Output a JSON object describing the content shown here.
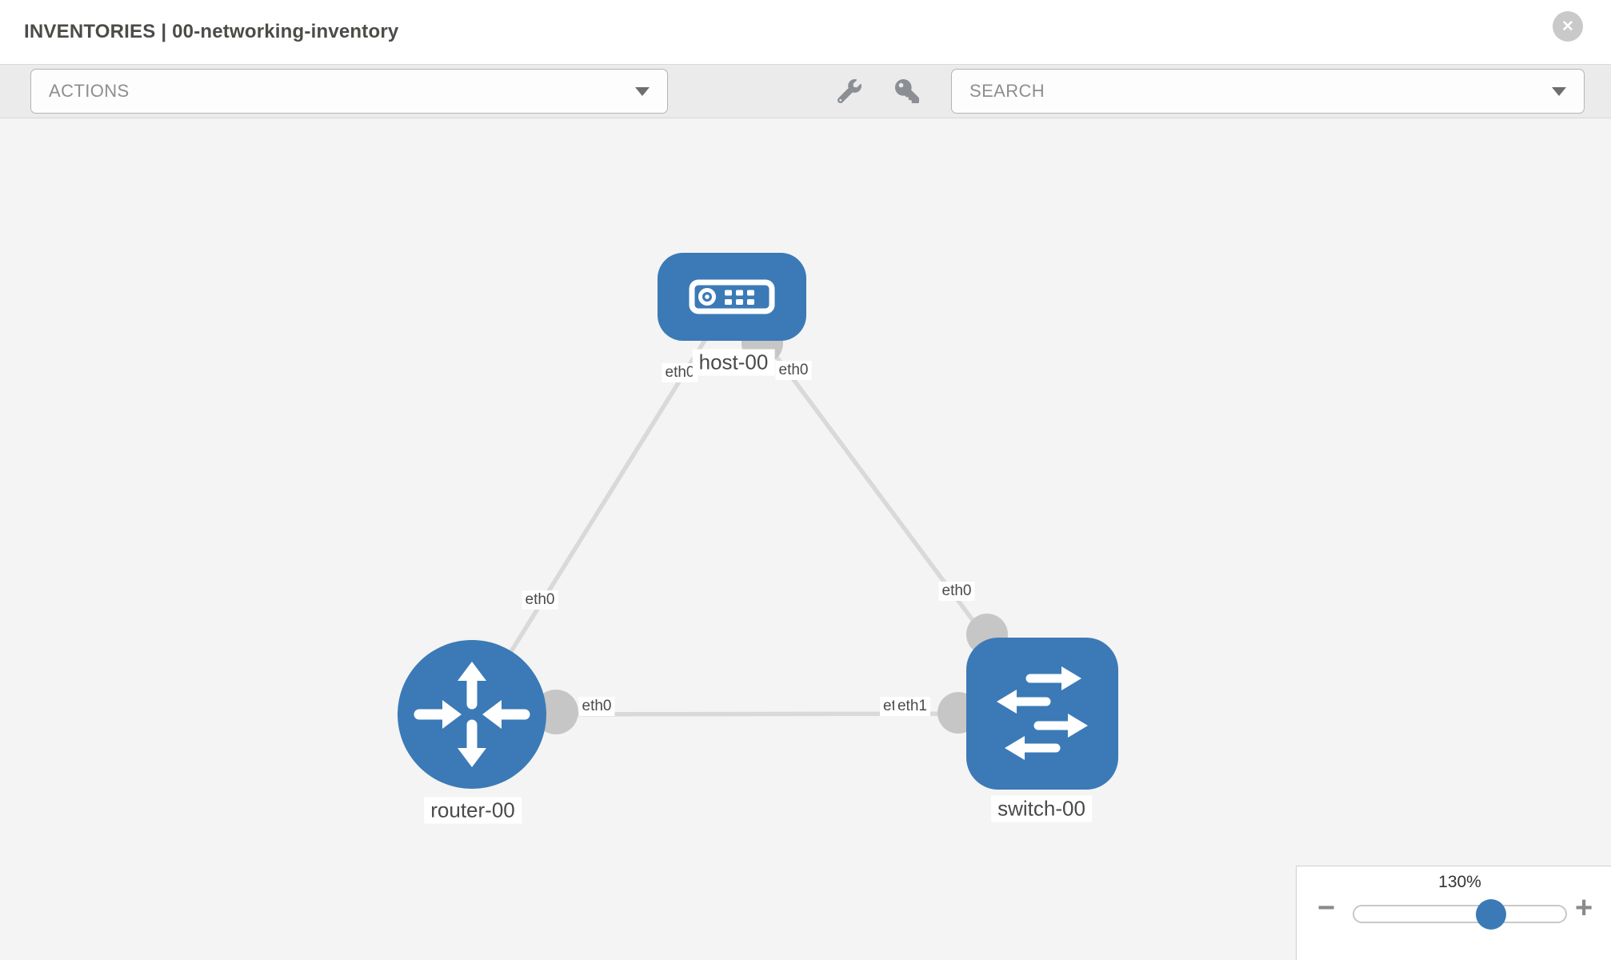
{
  "header": {
    "title": "INVENTORIES | 00-networking-inventory"
  },
  "toolbar": {
    "actions_label": "ACTIONS",
    "search_label": "SEARCH"
  },
  "icons": {
    "close": "✕",
    "minus": "−",
    "plus": "+"
  },
  "topology": {
    "nodes": [
      {
        "id": "host-00",
        "type": "host",
        "label": "host-00"
      },
      {
        "id": "router-00",
        "type": "router",
        "label": "router-00"
      },
      {
        "id": "switch-00",
        "type": "switch",
        "label": "switch-00"
      }
    ],
    "links": [
      {
        "from": "host-00",
        "to": "router-00",
        "from_iface": "eth0",
        "to_iface": "eth0"
      },
      {
        "from": "host-00",
        "to": "switch-00",
        "from_iface": "eth0",
        "to_iface": "eth0"
      },
      {
        "from": "router-00",
        "to": "switch-00",
        "from_iface": "eth0",
        "to_iface": "eth1"
      }
    ],
    "iface_labels": {
      "host_left": "eth0",
      "host_right": "eth0",
      "link_host_router_mid": "eth0",
      "link_host_switch_mid": "eth0",
      "router_right": "eth0",
      "switch_left_under": "eth0",
      "switch_left_over": "eth1"
    }
  },
  "zoom_control": {
    "level": "130%"
  },
  "colors": {
    "node_blue": "#3b7ab6",
    "link_gray": "#d9d9d9",
    "interface_gray": "#c6c6c6",
    "canvas_bg": "#f4f4f4",
    "toolbar_bg": "#ebebeb"
  }
}
